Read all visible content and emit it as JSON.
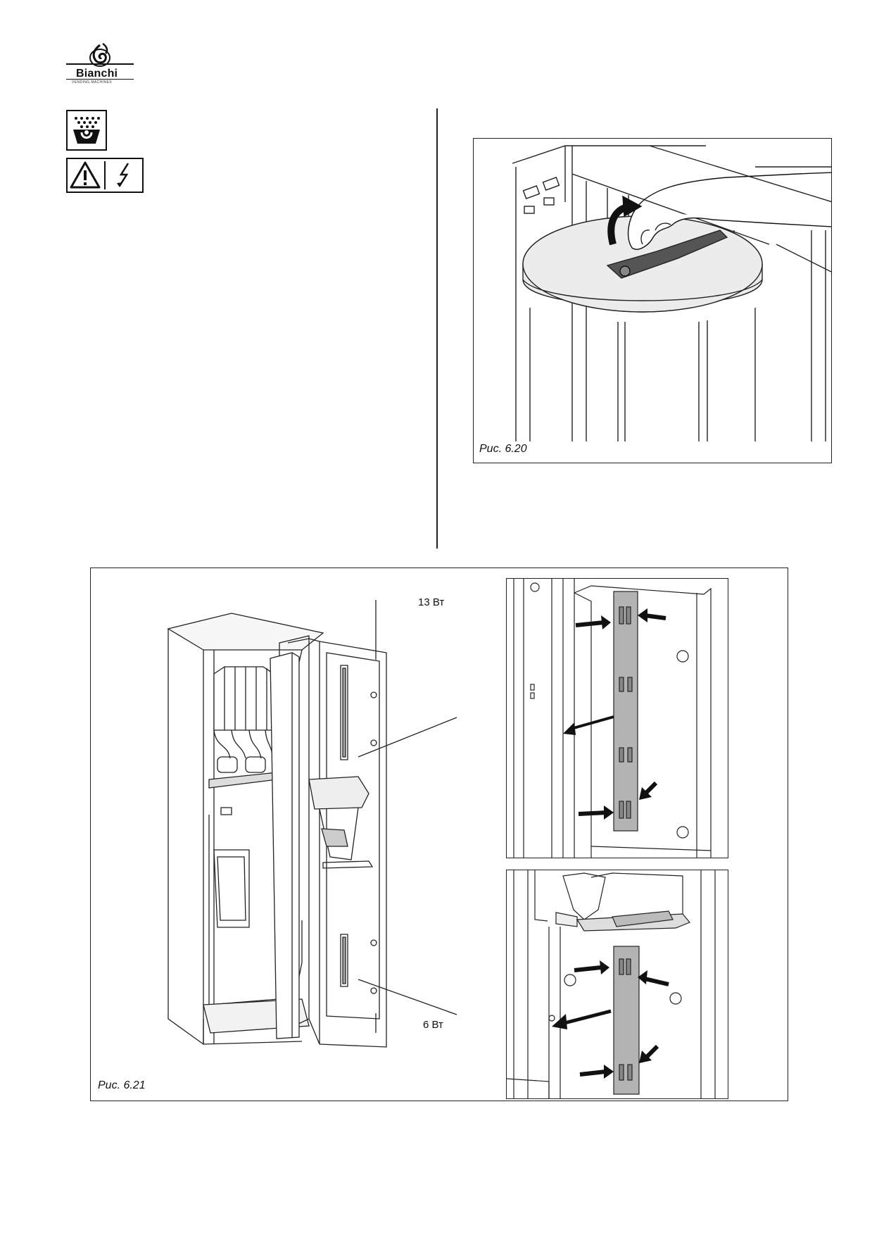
{
  "header": {
    "brand": "Bianchi",
    "brand_sub": "VENDING MACHINES"
  },
  "icons": {
    "cleaning_icon": "cleaning-icon",
    "warning_icon": "warning-triangle-icon",
    "electric_icon": "electric-hazard-icon"
  },
  "figure_6_20": {
    "caption": "Рис. 6.20"
  },
  "figure_6_21": {
    "caption": "Рис. 6.21",
    "label_top": "13 Вт",
    "label_bottom": "6 Вт"
  }
}
